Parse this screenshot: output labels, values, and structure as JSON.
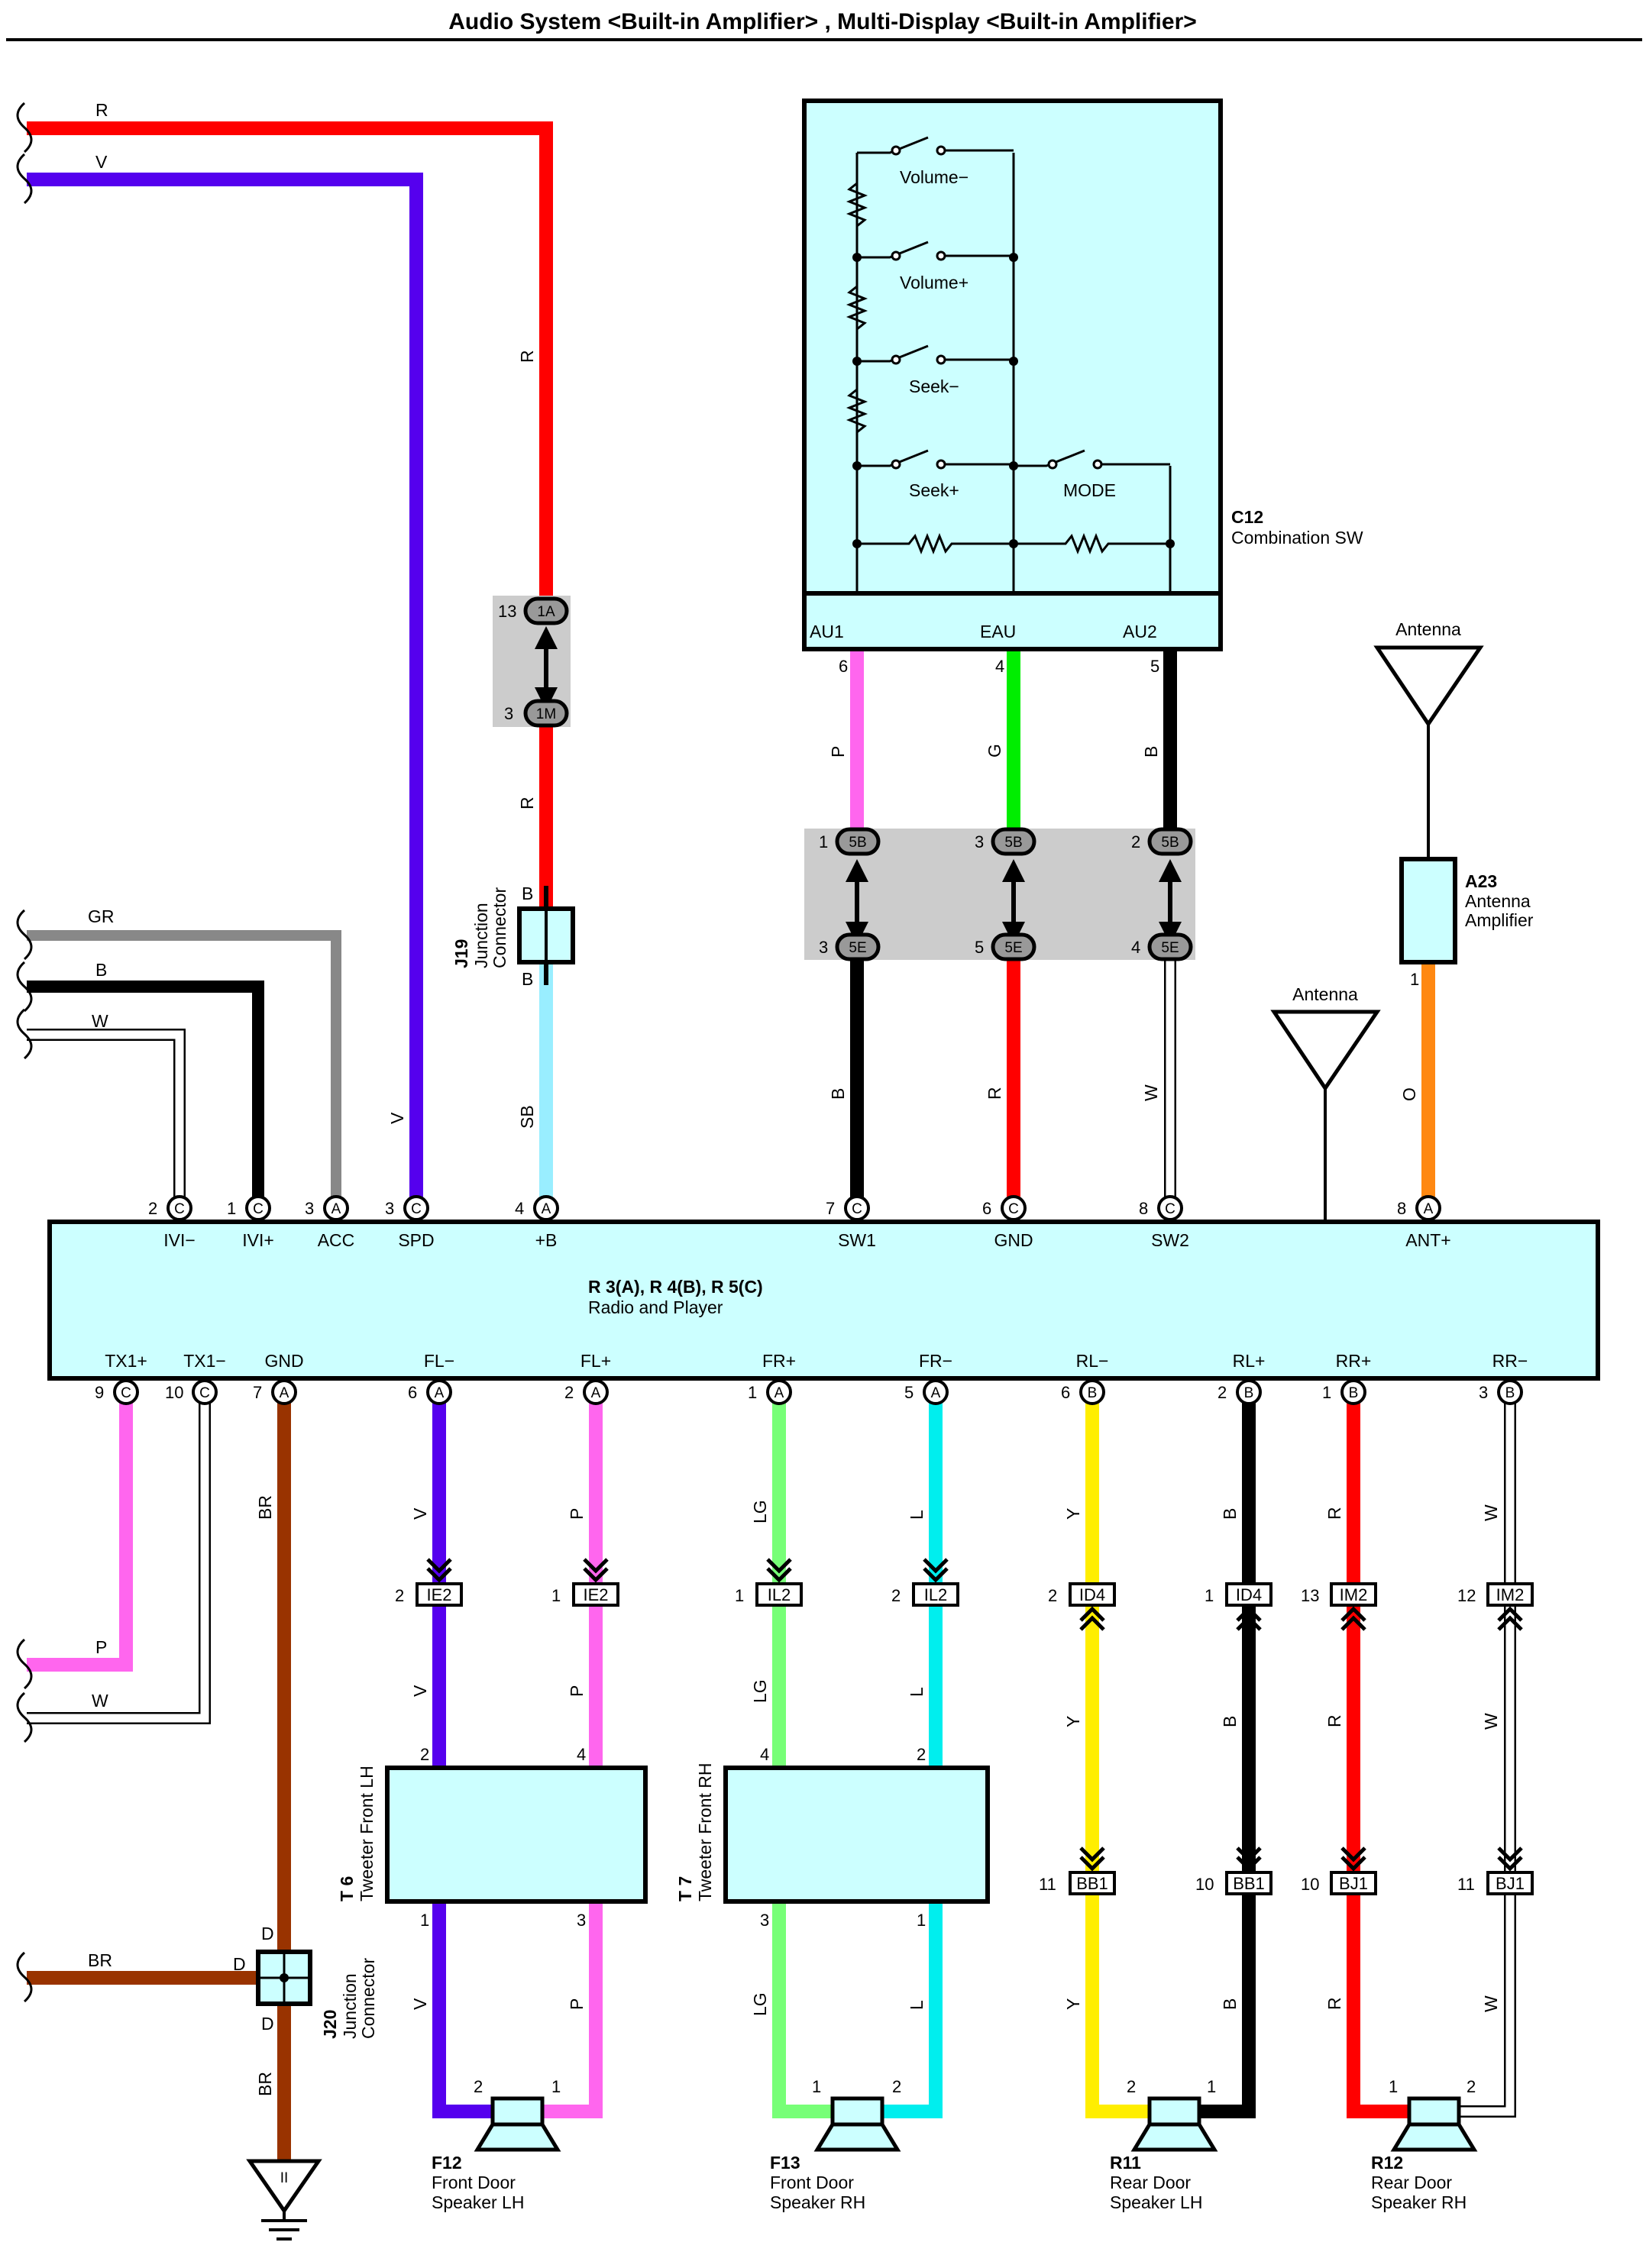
{
  "title": "Audio System <Built-in Amplifier> , Multi-Display <Built-in Amplifier>",
  "colors": {
    "R": "#ff0000",
    "V": "#5500ee",
    "P": "#ff66ee",
    "G": "#00ee00",
    "B": "#000000",
    "GR": "#888888",
    "SB": "#99eeff",
    "O": "#ff8811",
    "BR": "#993300",
    "LG": "#77ff77",
    "L": "#00eeee",
    "Y": "#ffee00",
    "W": "#ffffff",
    "box": "#ccffff",
    "junction": "#cccccc"
  },
  "components": {
    "c12": {
      "id": "C12",
      "name": "Combination SW",
      "pins": {
        "au1": "AU1",
        "eau": "EAU",
        "au2": "AU2"
      },
      "switches": {
        "vol_minus": "Volume−",
        "vol_plus": "Volume+",
        "seek_minus": "Seek−",
        "seek_plus": "Seek+",
        "mode": "MODE"
      }
    },
    "a23": {
      "id": "A23",
      "name1": "Antenna",
      "name2": "Amplifier"
    },
    "antenna1": "Antenna",
    "antenna2": "Antenna",
    "j19": {
      "id": "J19",
      "name1": "Junction",
      "name2": "Connector"
    },
    "j20": {
      "id": "J20",
      "name1": "Junction",
      "name2": "Connector"
    },
    "radio": {
      "id": "R 3(A), R 4(B), R 5(C)",
      "name": "Radio and Player"
    },
    "t6": {
      "id": "T 6",
      "name": "Tweeter Front LH"
    },
    "t7": {
      "id": "T 7",
      "name": "Tweeter Front RH"
    },
    "f12": {
      "id": "F12",
      "name1": "Front Door",
      "name2": "Speaker LH"
    },
    "f13": {
      "id": "F13",
      "name1": "Front Door",
      "name2": "Speaker RH"
    },
    "r11": {
      "id": "R11",
      "name1": "Rear Door",
      "name2": "Speaker LH"
    },
    "r12": {
      "id": "R12",
      "name1": "Rear Door",
      "name2": "Speaker RH"
    }
  },
  "radio_top_pins": [
    {
      "num": "2",
      "conn": "C",
      "name": "IVI−"
    },
    {
      "num": "1",
      "conn": "C",
      "name": "IVI+"
    },
    {
      "num": "3",
      "conn": "A",
      "name": "ACC"
    },
    {
      "num": "3",
      "conn": "C",
      "name": "SPD"
    },
    {
      "num": "4",
      "conn": "A",
      "name": "+B"
    },
    {
      "num": "7",
      "conn": "C",
      "name": "SW1"
    },
    {
      "num": "6",
      "conn": "C",
      "name": "GND"
    },
    {
      "num": "8",
      "conn": "C",
      "name": "SW2"
    },
    {
      "num": "8",
      "conn": "A",
      "name": "ANT+"
    }
  ],
  "radio_bottom_pins": [
    {
      "num": "9",
      "conn": "C",
      "name": "TX1+"
    },
    {
      "num": "10",
      "conn": "C",
      "name": "TX1−"
    },
    {
      "num": "7",
      "conn": "A",
      "name": "GND"
    },
    {
      "num": "6",
      "conn": "A",
      "name": "FL−"
    },
    {
      "num": "2",
      "conn": "A",
      "name": "FL+"
    },
    {
      "num": "1",
      "conn": "A",
      "name": "FR+"
    },
    {
      "num": "5",
      "conn": "A",
      "name": "FR−"
    },
    {
      "num": "6",
      "conn": "B",
      "name": "RL−"
    },
    {
      "num": "2",
      "conn": "B",
      "name": "RL+"
    },
    {
      "num": "1",
      "conn": "B",
      "name": "RR+"
    },
    {
      "num": "3",
      "conn": "B",
      "name": "RR−"
    }
  ],
  "wire_labels": {
    "left_r": "R",
    "left_v": "V",
    "left_gr": "GR",
    "left_b": "B",
    "left_w": "W",
    "left_p": "P",
    "left_w2": "W",
    "left_br": "BR",
    "r_vert": "R",
    "r_vert2": "R",
    "j19_top": "B",
    "j19_bot": "B",
    "sb": "SB",
    "v_vert": "V",
    "p_top": "P",
    "g_top": "G",
    "b_top": "B",
    "b_sw1": "B",
    "r_gnd": "R",
    "w_sw2": "W",
    "o_ant": "O",
    "br_gnd": "BR",
    "br_gnd2": "BR",
    "fl_minus_1": "V",
    "fl_minus_2": "V",
    "fl_minus_3": "V",
    "fl_plus_1": "P",
    "fl_plus_2": "P",
    "fl_plus_3": "P",
    "fr_plus_1": "LG",
    "fr_plus_2": "LG",
    "fr_plus_3": "LG",
    "fr_minus_1": "L",
    "fr_minus_2": "L",
    "fr_minus_3": "L",
    "rl_minus_1": "Y",
    "rl_minus_2": "Y",
    "rl_minus_3": "Y",
    "rl_plus_1": "B",
    "rl_plus_2": "B",
    "rl_plus_3": "B",
    "rr_plus_1": "R",
    "rr_plus_2": "R",
    "rr_plus_3": "R",
    "rr_minus_1": "W",
    "rr_minus_2": "W",
    "rr_minus_3": "W"
  },
  "connectors": {
    "j1a": {
      "num": "13",
      "code": "1A"
    },
    "j1m": {
      "num": "3",
      "code": "1M"
    },
    "c5b_1": {
      "num": "1",
      "code": "5B"
    },
    "c5b_2": {
      "num": "3",
      "code": "5B"
    },
    "c5b_3": {
      "num": "2",
      "code": "5B"
    },
    "c5e_1": {
      "num": "3",
      "code": "5E"
    },
    "c5e_2": {
      "num": "5",
      "code": "5E"
    },
    "c5e_3": {
      "num": "4",
      "code": "5E"
    },
    "ie2_a": {
      "num": "2",
      "code": "IE2"
    },
    "ie2_b": {
      "num": "1",
      "code": "IE2"
    },
    "il2_a": {
      "num": "1",
      "code": "IL2"
    },
    "il2_b": {
      "num": "2",
      "code": "IL2"
    },
    "id4_a": {
      "num": "2",
      "code": "ID4"
    },
    "id4_b": {
      "num": "1",
      "code": "ID4"
    },
    "im2_a": {
      "num": "13",
      "code": "IM2"
    },
    "im2_b": {
      "num": "12",
      "code": "IM2"
    },
    "bb1_a": {
      "num": "11",
      "code": "BB1"
    },
    "bb1_b": {
      "num": "10",
      "code": "BB1"
    },
    "bj1_a": {
      "num": "10",
      "code": "BJ1"
    },
    "bj1_b": {
      "num": "11",
      "code": "BJ1"
    }
  },
  "pin_numbers": {
    "c12_au1": "6",
    "c12_eau": "4",
    "c12_au2": "5",
    "a23_out": "1",
    "t6_2": "2",
    "t6_4": "4",
    "t6_1": "1",
    "t6_3": "3",
    "t7_4": "4",
    "t7_2": "2",
    "t7_3": "3",
    "t7_1": "1",
    "f12_2": "2",
    "f12_1": "1",
    "f13_1": "1",
    "f13_2": "2",
    "r11_2": "2",
    "r11_1": "1",
    "r12_1": "1",
    "r12_2": "2",
    "j20_top": "D",
    "j20_left": "D",
    "j20_bot": "D",
    "ground_sym": "II"
  }
}
